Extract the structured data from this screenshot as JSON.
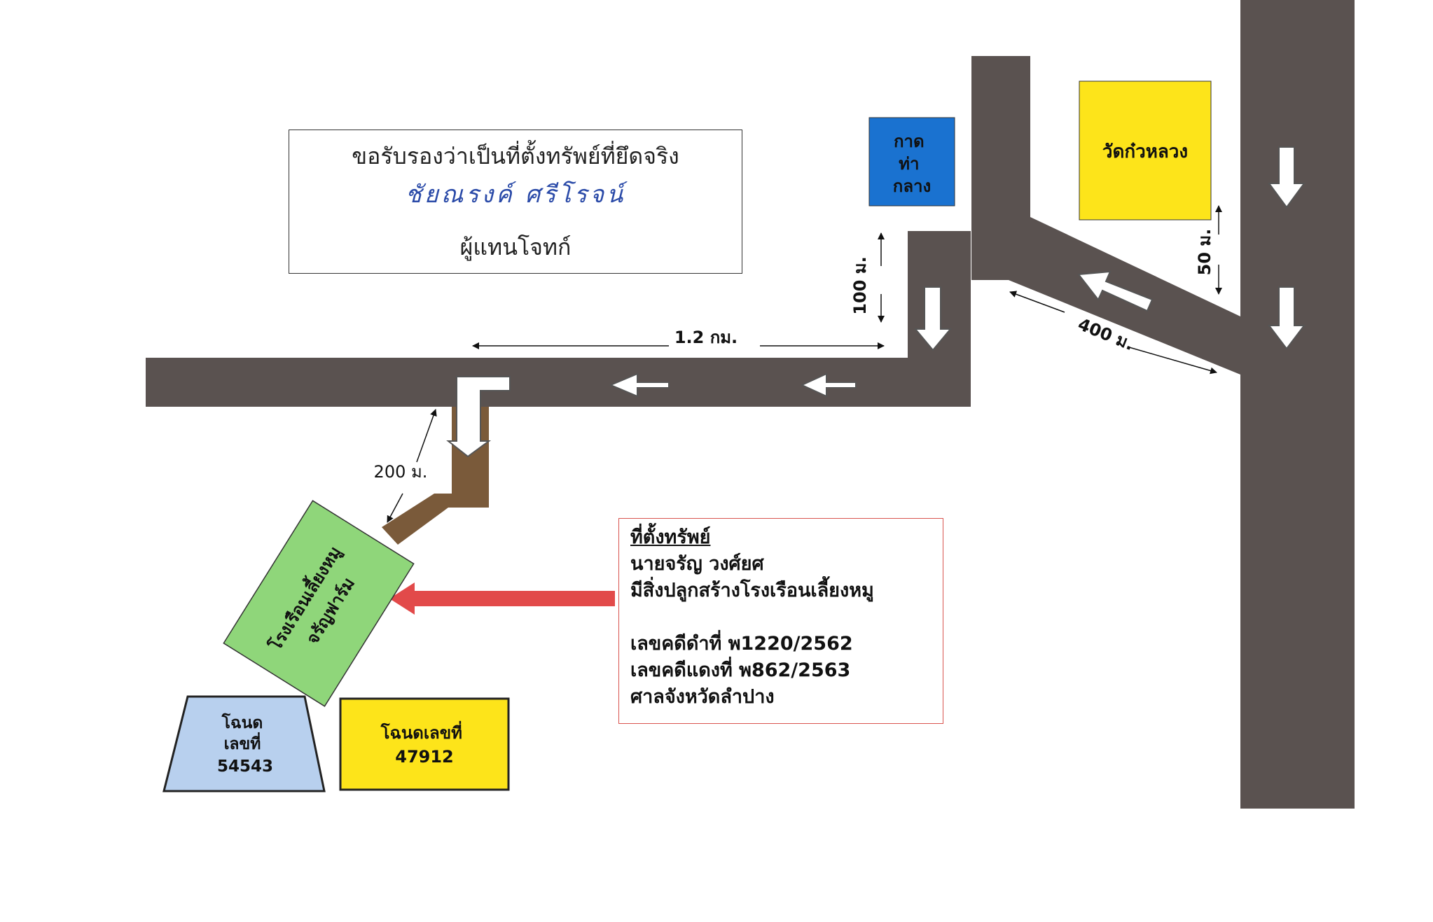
{
  "map": {
    "colors": {
      "road": "#5a5250",
      "dirt_road": "#7a5a3a",
      "arrow_fill": "#ffffff",
      "red_arrow": "#e24a4a",
      "blue_box": "#1a72d0",
      "yellow_box": "#fde41a",
      "green_box": "#8fd67a",
      "lightblue_box": "#b8d0ee"
    },
    "labels": {
      "market": "กาด\nท่า\nกลาง",
      "temple": "วัดก๋วหลวง",
      "farm": "โรงเรือนเลี้ยงหมู\nจรัญฟาร์ม",
      "deed_54543": "โฉนด\nเลขที่\n54543",
      "deed_47912": "โฉนดเลขที่\n47912"
    },
    "distances": {
      "d_1_2km": "1.2 กม.",
      "d_100m": "100 ม.",
      "d_400m": "400 ม.",
      "d_50m": "50 ม.",
      "d_200m": "200 ม."
    }
  },
  "certification": {
    "line1": "ขอรับรองว่าเป็นที่ตั้งทรัพย์ที่ยึดจริง",
    "signature": "ชัยณรงค์  ศรีโรจน์",
    "line3": "ผู้แทนโจทก์"
  },
  "property_info": {
    "title": "ที่ตั้งทรัพย์",
    "owner": "นายจรัญ วงศ์ยศ",
    "structure": "มีสิ่งปลูกสร้างโรงเรือนเลี้ยงหมู",
    "case_black": "เลขคดีดำที่ พ1220/2562",
    "case_red": "เลขคดีแดงที่ พ862/2563",
    "court": "ศาลจังหวัดลำปาง"
  }
}
